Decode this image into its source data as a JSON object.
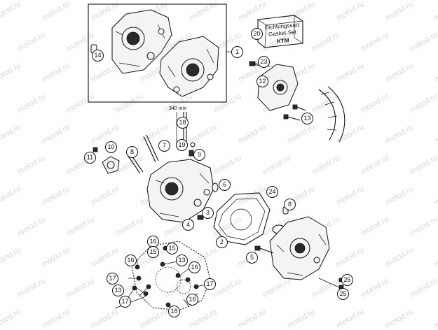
{
  "watermark": "motod.ru",
  "gasket_box": {
    "line1": "Dichtungssatz",
    "line2": "Gasket-Set",
    "brand": "KTM"
  },
  "dimension_label": "340 mm",
  "callouts": {
    "c1": "1",
    "c2": "2",
    "c3": "3",
    "c4": "4",
    "c5": "5",
    "c6": "6",
    "c7": "7",
    "c8a": "8",
    "c8b": "8",
    "c9": "9",
    "c10": "10",
    "c11": "11",
    "c12": "12",
    "c13a": "13",
    "c13b": "13",
    "c13c": "13",
    "c14": "14",
    "c15a": "15",
    "c15b": "15",
    "c16a": "16",
    "c16b": "16",
    "c16c": "16",
    "c16d": "16",
    "c17a": "17",
    "c17b": "17",
    "c17c": "17",
    "c18": "18",
    "c19": "19",
    "c20": "20",
    "c23": "23",
    "c24": "24",
    "c25": "25",
    "c26": "26"
  }
}
